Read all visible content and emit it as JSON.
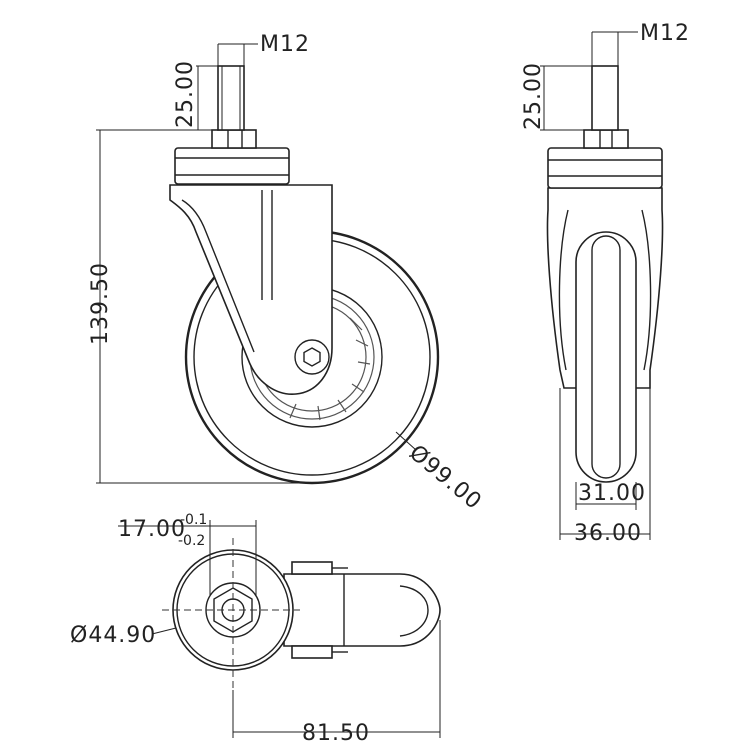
{
  "dimensions": {
    "thread": "M12",
    "thread_side": "M12",
    "stem_length": "25.00",
    "stem_length_side": "25.00",
    "total_height": "139.50",
    "wheel_diameter": "Ø99.00",
    "wheel_width": "31.00",
    "overall_width": "36.00",
    "offset": "17.00",
    "offset_tol_upper": "-0.1",
    "offset_tol_lower": "-0.2",
    "plate_diameter": "Ø44.90",
    "swivel_length": "81.50"
  }
}
